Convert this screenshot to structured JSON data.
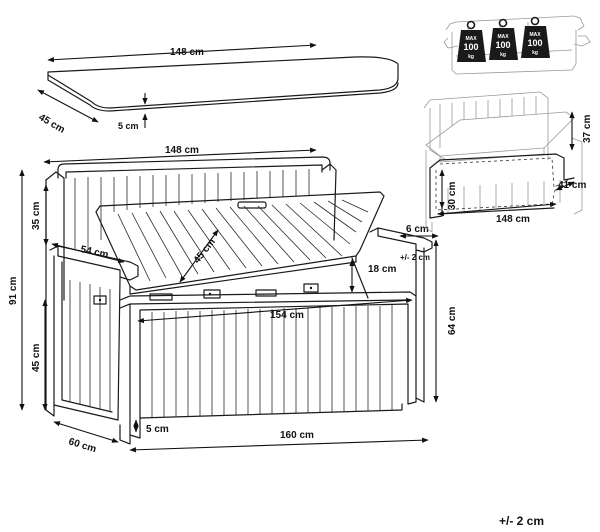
{
  "cushion": {
    "width_label": "148 cm",
    "depth_label": "45 cm",
    "thickness_label": "5 cm"
  },
  "bench": {
    "top_width_label": "148 cm",
    "backrest_label": "35 cm",
    "armrest_label": "54 cm",
    "lid_label": "45 cm",
    "armrest_width_label": "6 cm",
    "armrest_height_label": "18 cm",
    "inner_length_label": "154 cm",
    "total_height_label": "91 cm",
    "seat_height_label": "45 cm",
    "side_height_label": "64 cm",
    "depth_label": "60 cm",
    "leg_label": "5 cm",
    "total_width_label": "160 cm"
  },
  "load_icon": {
    "max_label": "MAX",
    "weight_value": "100",
    "unit": "kg",
    "count": 3
  },
  "storage": {
    "lid_depth_label": "37 cm",
    "box_height_label": "30 cm",
    "box_depth_label": "41 cm",
    "box_width_label": "148 cm"
  },
  "tolerance": {
    "small_label": "+/- 2 cm",
    "footer_label": "+/- 2 cm"
  }
}
